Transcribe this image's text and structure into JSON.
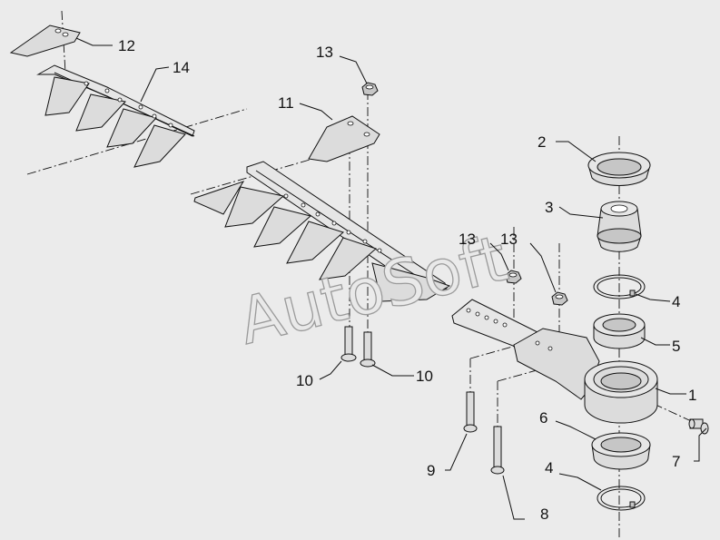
{
  "diagram": {
    "watermark": "AutoSoft",
    "callouts": [
      {
        "id": "c1",
        "number": "1"
      },
      {
        "id": "c2",
        "number": "2"
      },
      {
        "id": "c3",
        "number": "3"
      },
      {
        "id": "c4a",
        "number": "4"
      },
      {
        "id": "c4b",
        "number": "4"
      },
      {
        "id": "c5",
        "number": "5"
      },
      {
        "id": "c6",
        "number": "6"
      },
      {
        "id": "c7",
        "number": "7"
      },
      {
        "id": "c8",
        "number": "8"
      },
      {
        "id": "c9",
        "number": "9"
      },
      {
        "id": "c10a",
        "number": "10"
      },
      {
        "id": "c10b",
        "number": "10"
      },
      {
        "id": "c11",
        "number": "11"
      },
      {
        "id": "c12",
        "number": "12"
      },
      {
        "id": "c13a",
        "number": "13"
      },
      {
        "id": "c13b",
        "number": "13"
      },
      {
        "id": "c13c",
        "number": "13"
      },
      {
        "id": "c14",
        "number": "14"
      }
    ]
  }
}
